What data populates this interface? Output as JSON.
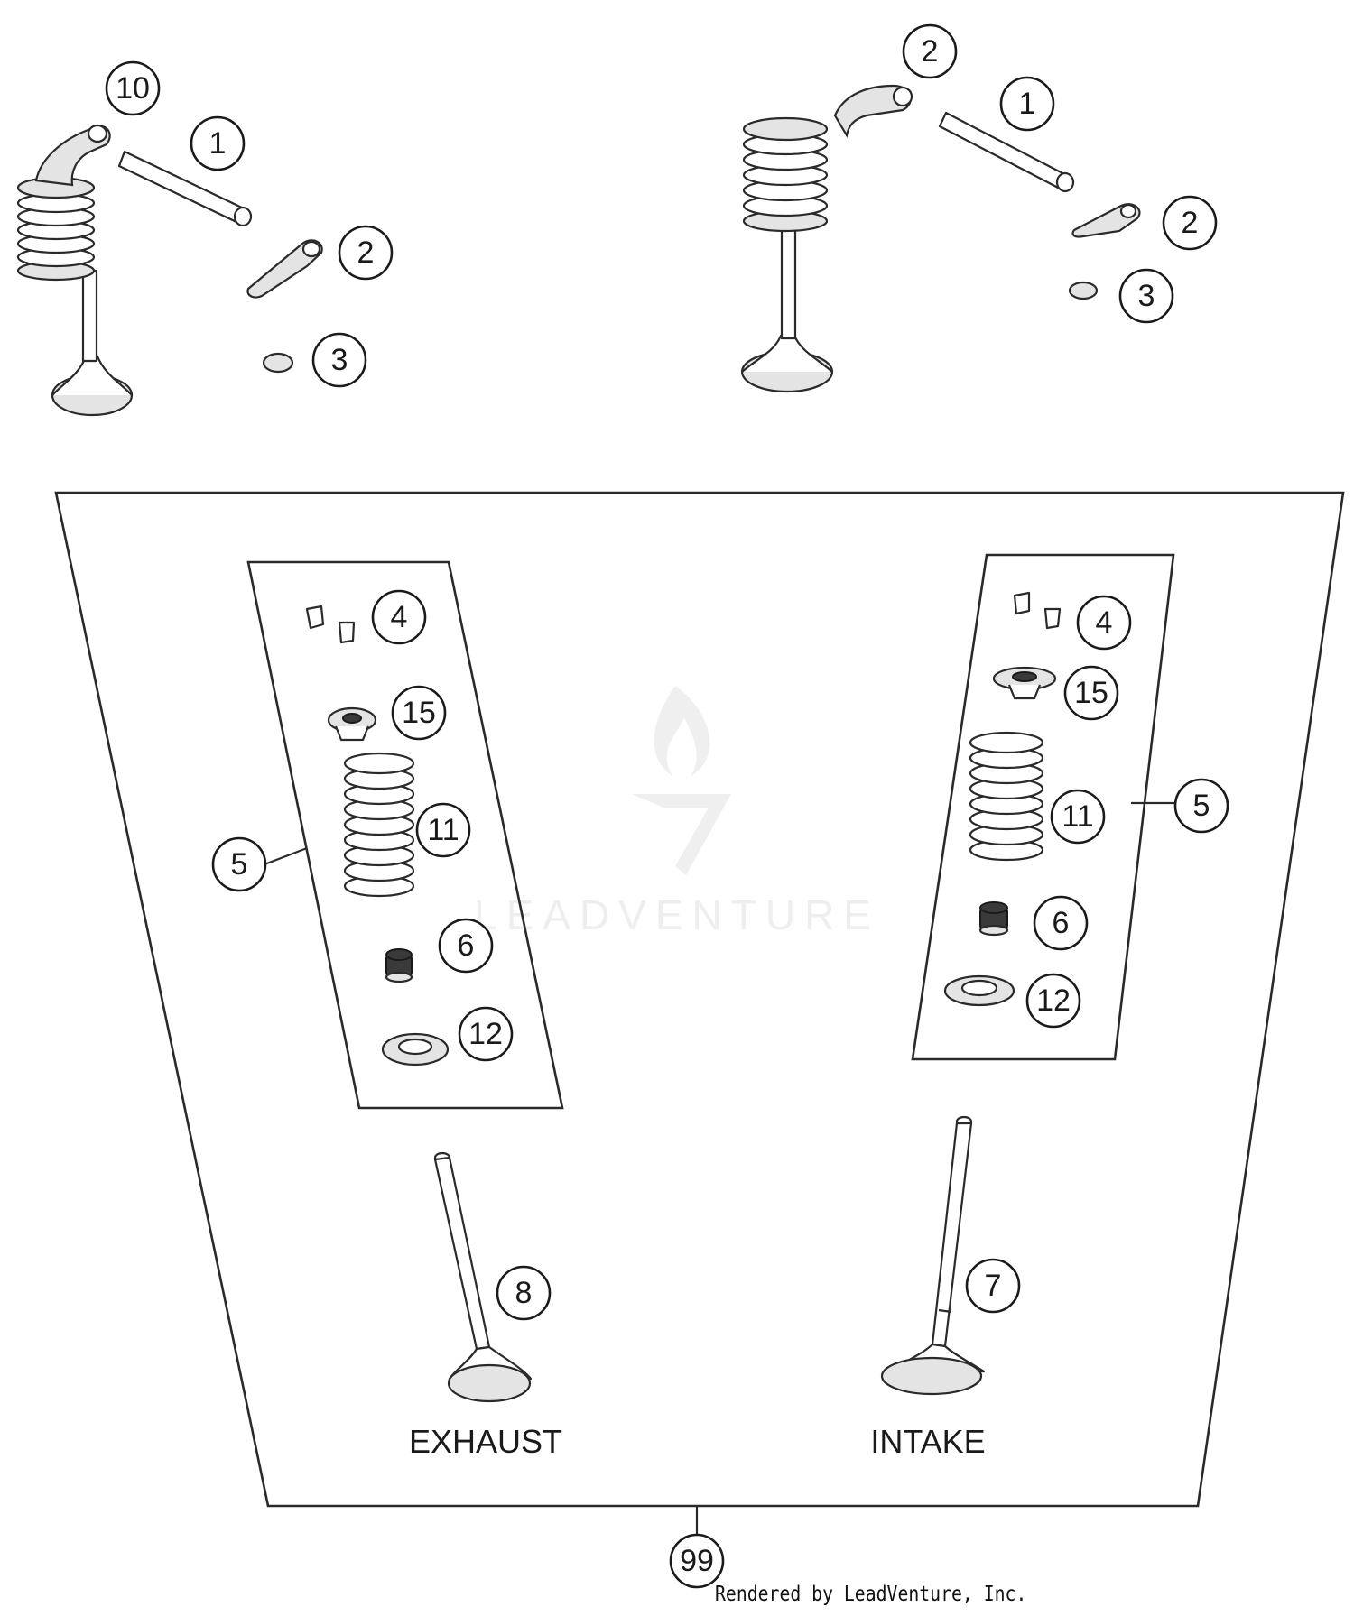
{
  "watermark": "LEADVENTURE",
  "labels": {
    "exhaust": "EXHAUST",
    "intake": "INTAKE"
  },
  "callouts": {
    "c10": "10",
    "c1": "1",
    "c2": "2",
    "c3": "3",
    "c4": "4",
    "c5": "5",
    "c6": "6",
    "c7": "7",
    "c8": "8",
    "c11": "11",
    "c12": "12",
    "c15": "15",
    "c99": "99"
  },
  "footer": "Rendered by LeadVenture, Inc."
}
